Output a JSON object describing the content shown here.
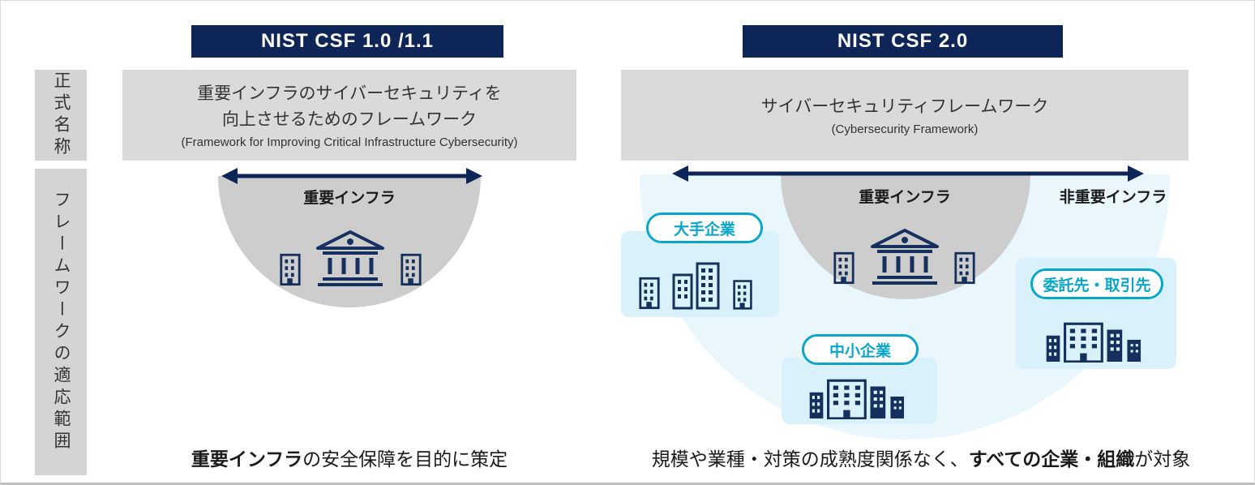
{
  "colors": {
    "navy": "#0e2557",
    "gray_box": "#dadada",
    "semicircle_gray": "#cdcdcd",
    "light_blue_box": "#d8f1fa",
    "pale_blue_semicircle": "#e9f7fc",
    "cyan_accent": "#0aa6c9",
    "icon_navy": "#16305e"
  },
  "row_labels": {
    "official_name": "正式名称",
    "scope": "フレームワークの適応範囲"
  },
  "csf1": {
    "header": "NIST CSF 1.0 /1.1",
    "official_name_line1": "重要インフラのサイバーセキュリティを",
    "official_name_line2": "向上させるためのフレームワーク",
    "official_name_en": "(Framework for Improving Critical Infrastructure Cybersecurity)",
    "arrow_label": "重要インフラ",
    "summary_bold": "重要インフラ",
    "summary_rest": "の安全保障を目的に策定"
  },
  "csf2": {
    "header": "NIST CSF 2.0",
    "official_name_line1": "サイバーセキュリティフレームワーク",
    "official_name_en": "(Cybersecurity Framework)",
    "arrow_label_left": "重要インフラ",
    "arrow_label_right": "非重要インフラ",
    "badges": {
      "large_company": "大手企業",
      "sme": "中小企業",
      "partners": "委託先・取引先"
    },
    "summary_pre": "規模や業種・対策の成熟度関係なく、",
    "summary_bold": "すべての企業・組織",
    "summary_post": "が対象"
  }
}
